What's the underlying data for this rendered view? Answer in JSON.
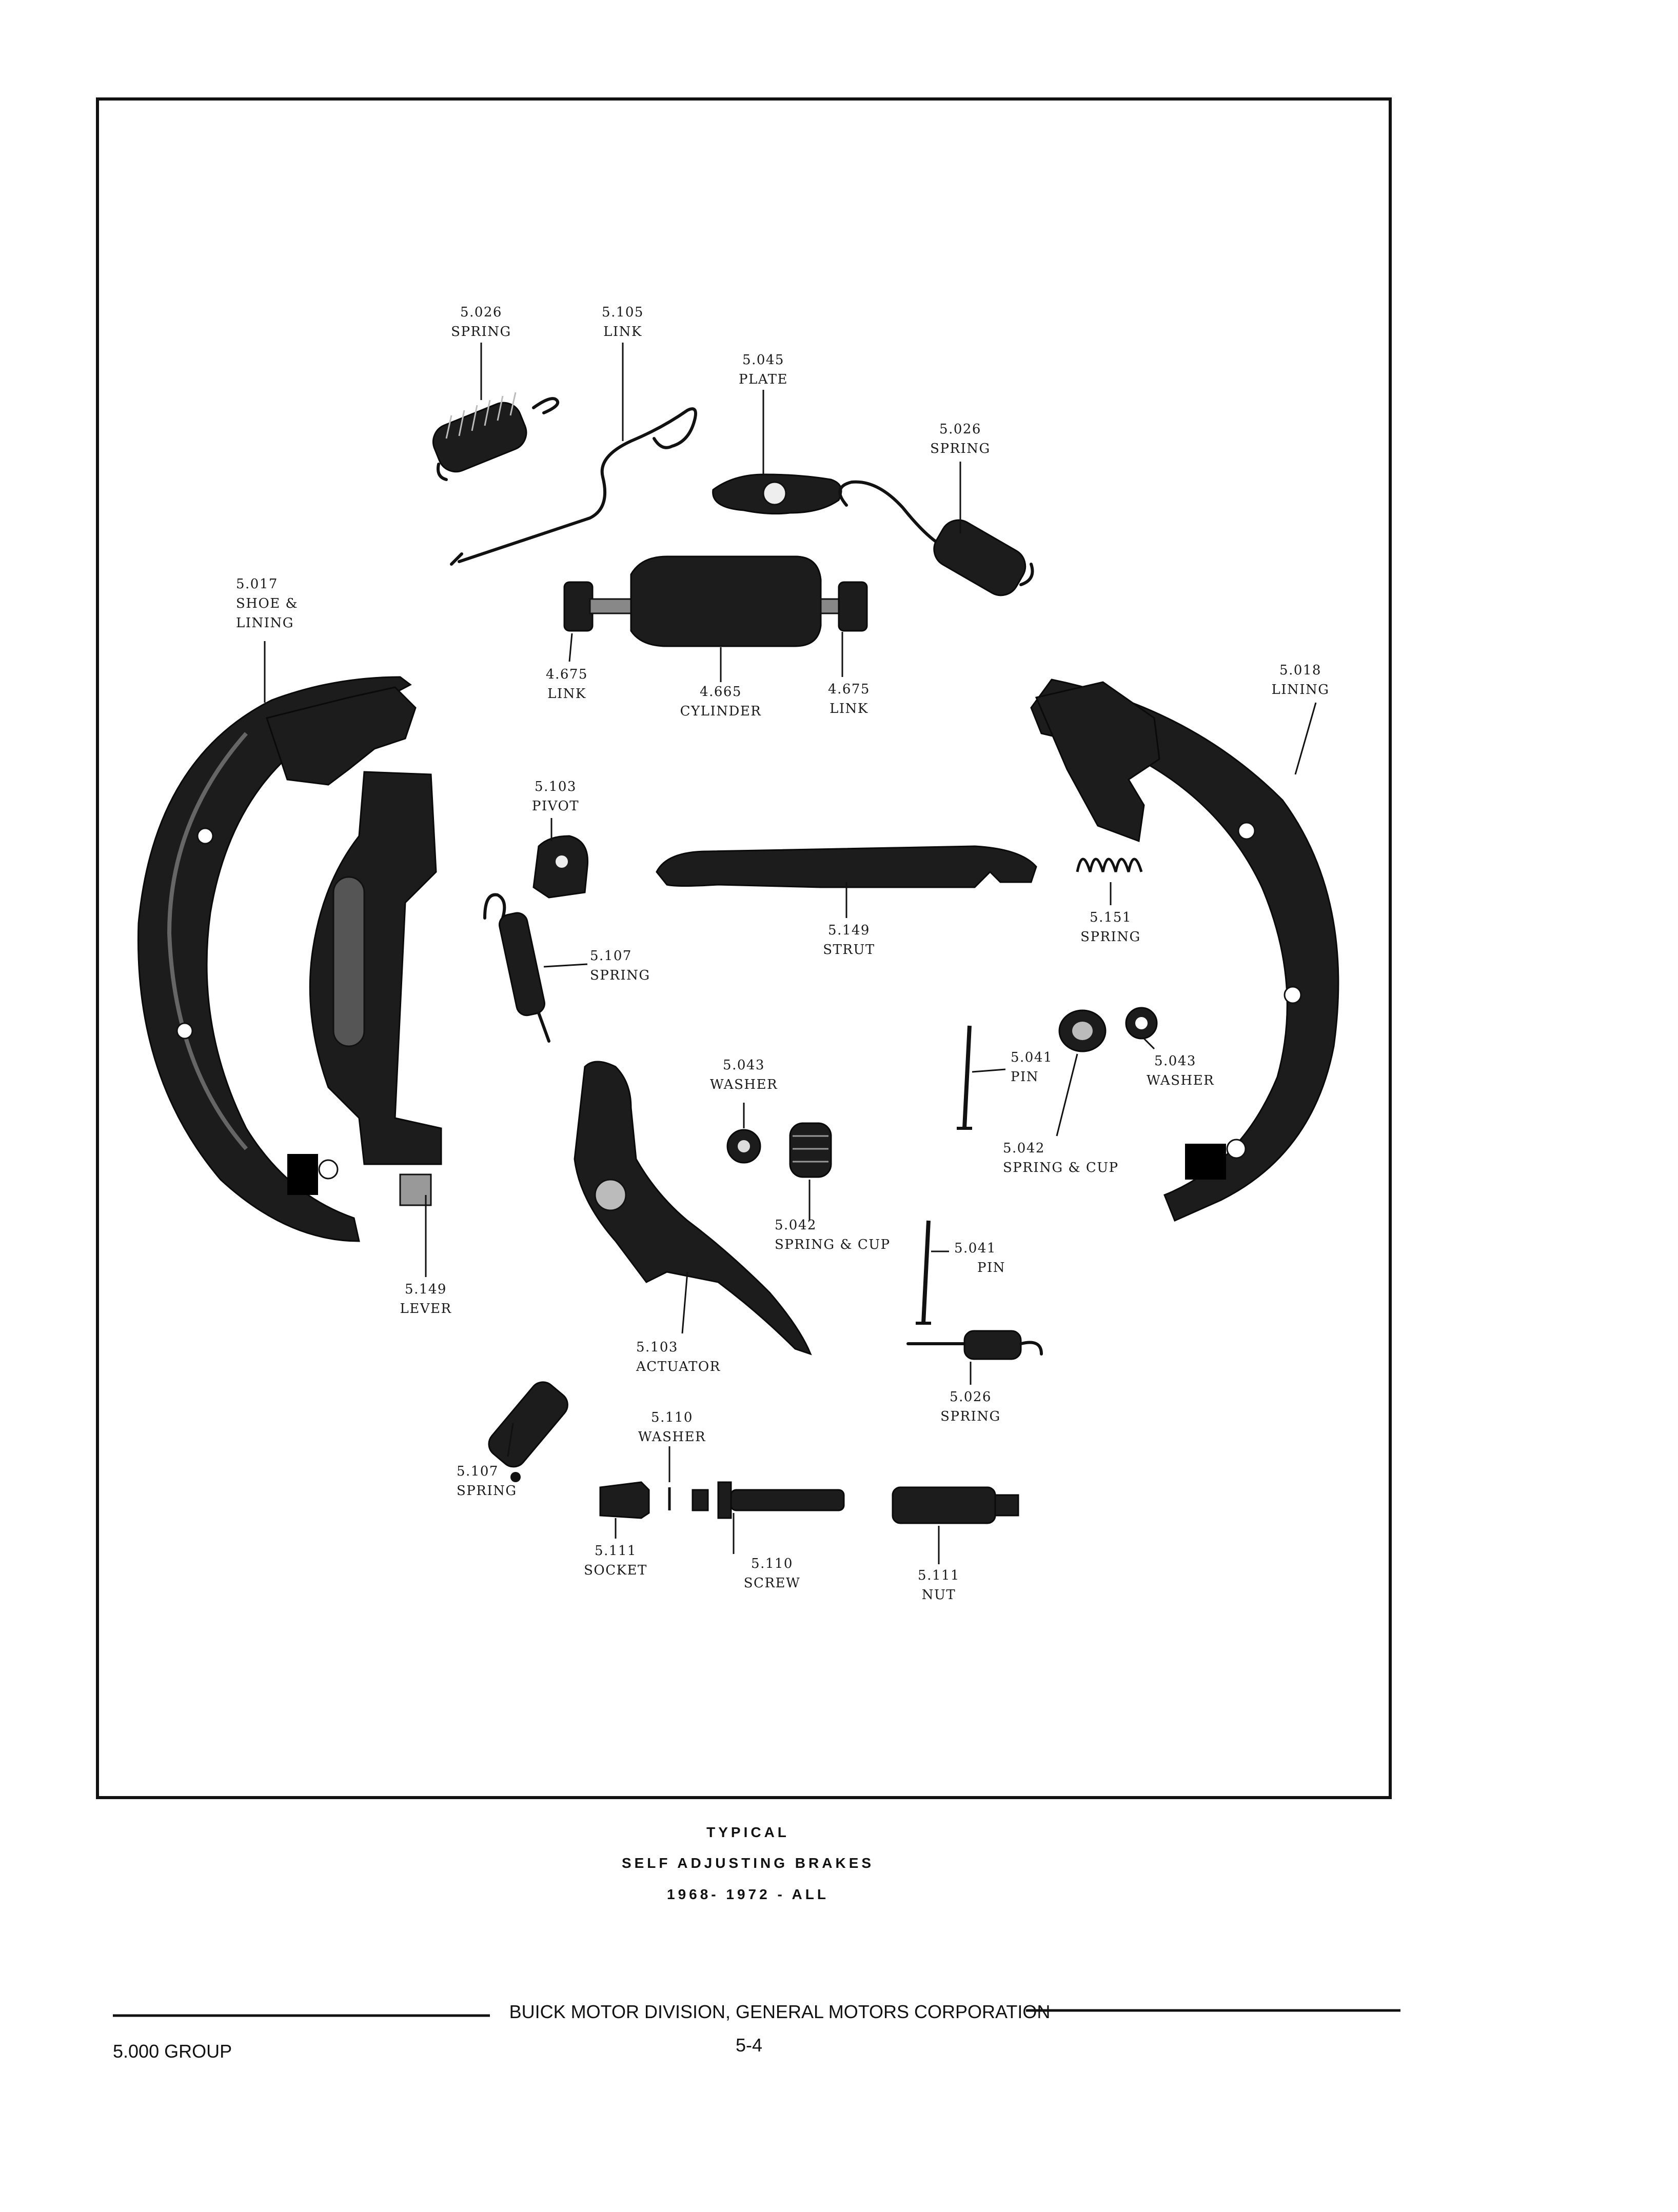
{
  "caption": {
    "line1": "TYPICAL",
    "line2": "SELF ADJUSTING BRAKES",
    "line3": "1968- 1972 - ALL"
  },
  "footer": {
    "group": "5.000 GROUP",
    "publisher": "BUICK MOTOR DIVISION, GENERAL MOTORS CORPORATION",
    "page_number": "5-4"
  },
  "parts": [
    {
      "number": "5.026",
      "name": "SPRING"
    },
    {
      "number": "5.105",
      "name": "LINK"
    },
    {
      "number": "5.045",
      "name": "PLATE"
    },
    {
      "number": "5.026",
      "name": "SPRING"
    },
    {
      "number": "5.017",
      "name": "SHOE &",
      "name2": "LINING"
    },
    {
      "number": "4.675",
      "name": "LINK"
    },
    {
      "number": "4.665",
      "name": "CYLINDER"
    },
    {
      "number": "4.675",
      "name": "LINK"
    },
    {
      "number": "5.018",
      "name": "LINING"
    },
    {
      "number": "5.103",
      "name": "PIVOT"
    },
    {
      "number": "5.149",
      "name": "STRUT"
    },
    {
      "number": "5.151",
      "name": "SPRING"
    },
    {
      "number": "5.107",
      "name": "SPRING"
    },
    {
      "number": "5.041",
      "name": "PIN"
    },
    {
      "number": "5.043",
      "name": "WASHER"
    },
    {
      "number": "5.043",
      "name": "WASHER"
    },
    {
      "number": "5.042",
      "name": "SPRING & CUP"
    },
    {
      "number": "5.042",
      "name": "SPRING & CUP"
    },
    {
      "number": "5.041",
      "name": "PIN"
    },
    {
      "number": "5.149",
      "name": "LEVER"
    },
    {
      "number": "5.103",
      "name": "ACTUATOR"
    },
    {
      "number": "5.026",
      "name": "SPRING"
    },
    {
      "number": "5.110",
      "name": "WASHER"
    },
    {
      "number": "5.107",
      "name": "SPRING"
    },
    {
      "number": "5.111",
      "name": "SOCKET"
    },
    {
      "number": "5.110",
      "name": "SCREW"
    },
    {
      "number": "5.111",
      "name": "NUT"
    }
  ]
}
